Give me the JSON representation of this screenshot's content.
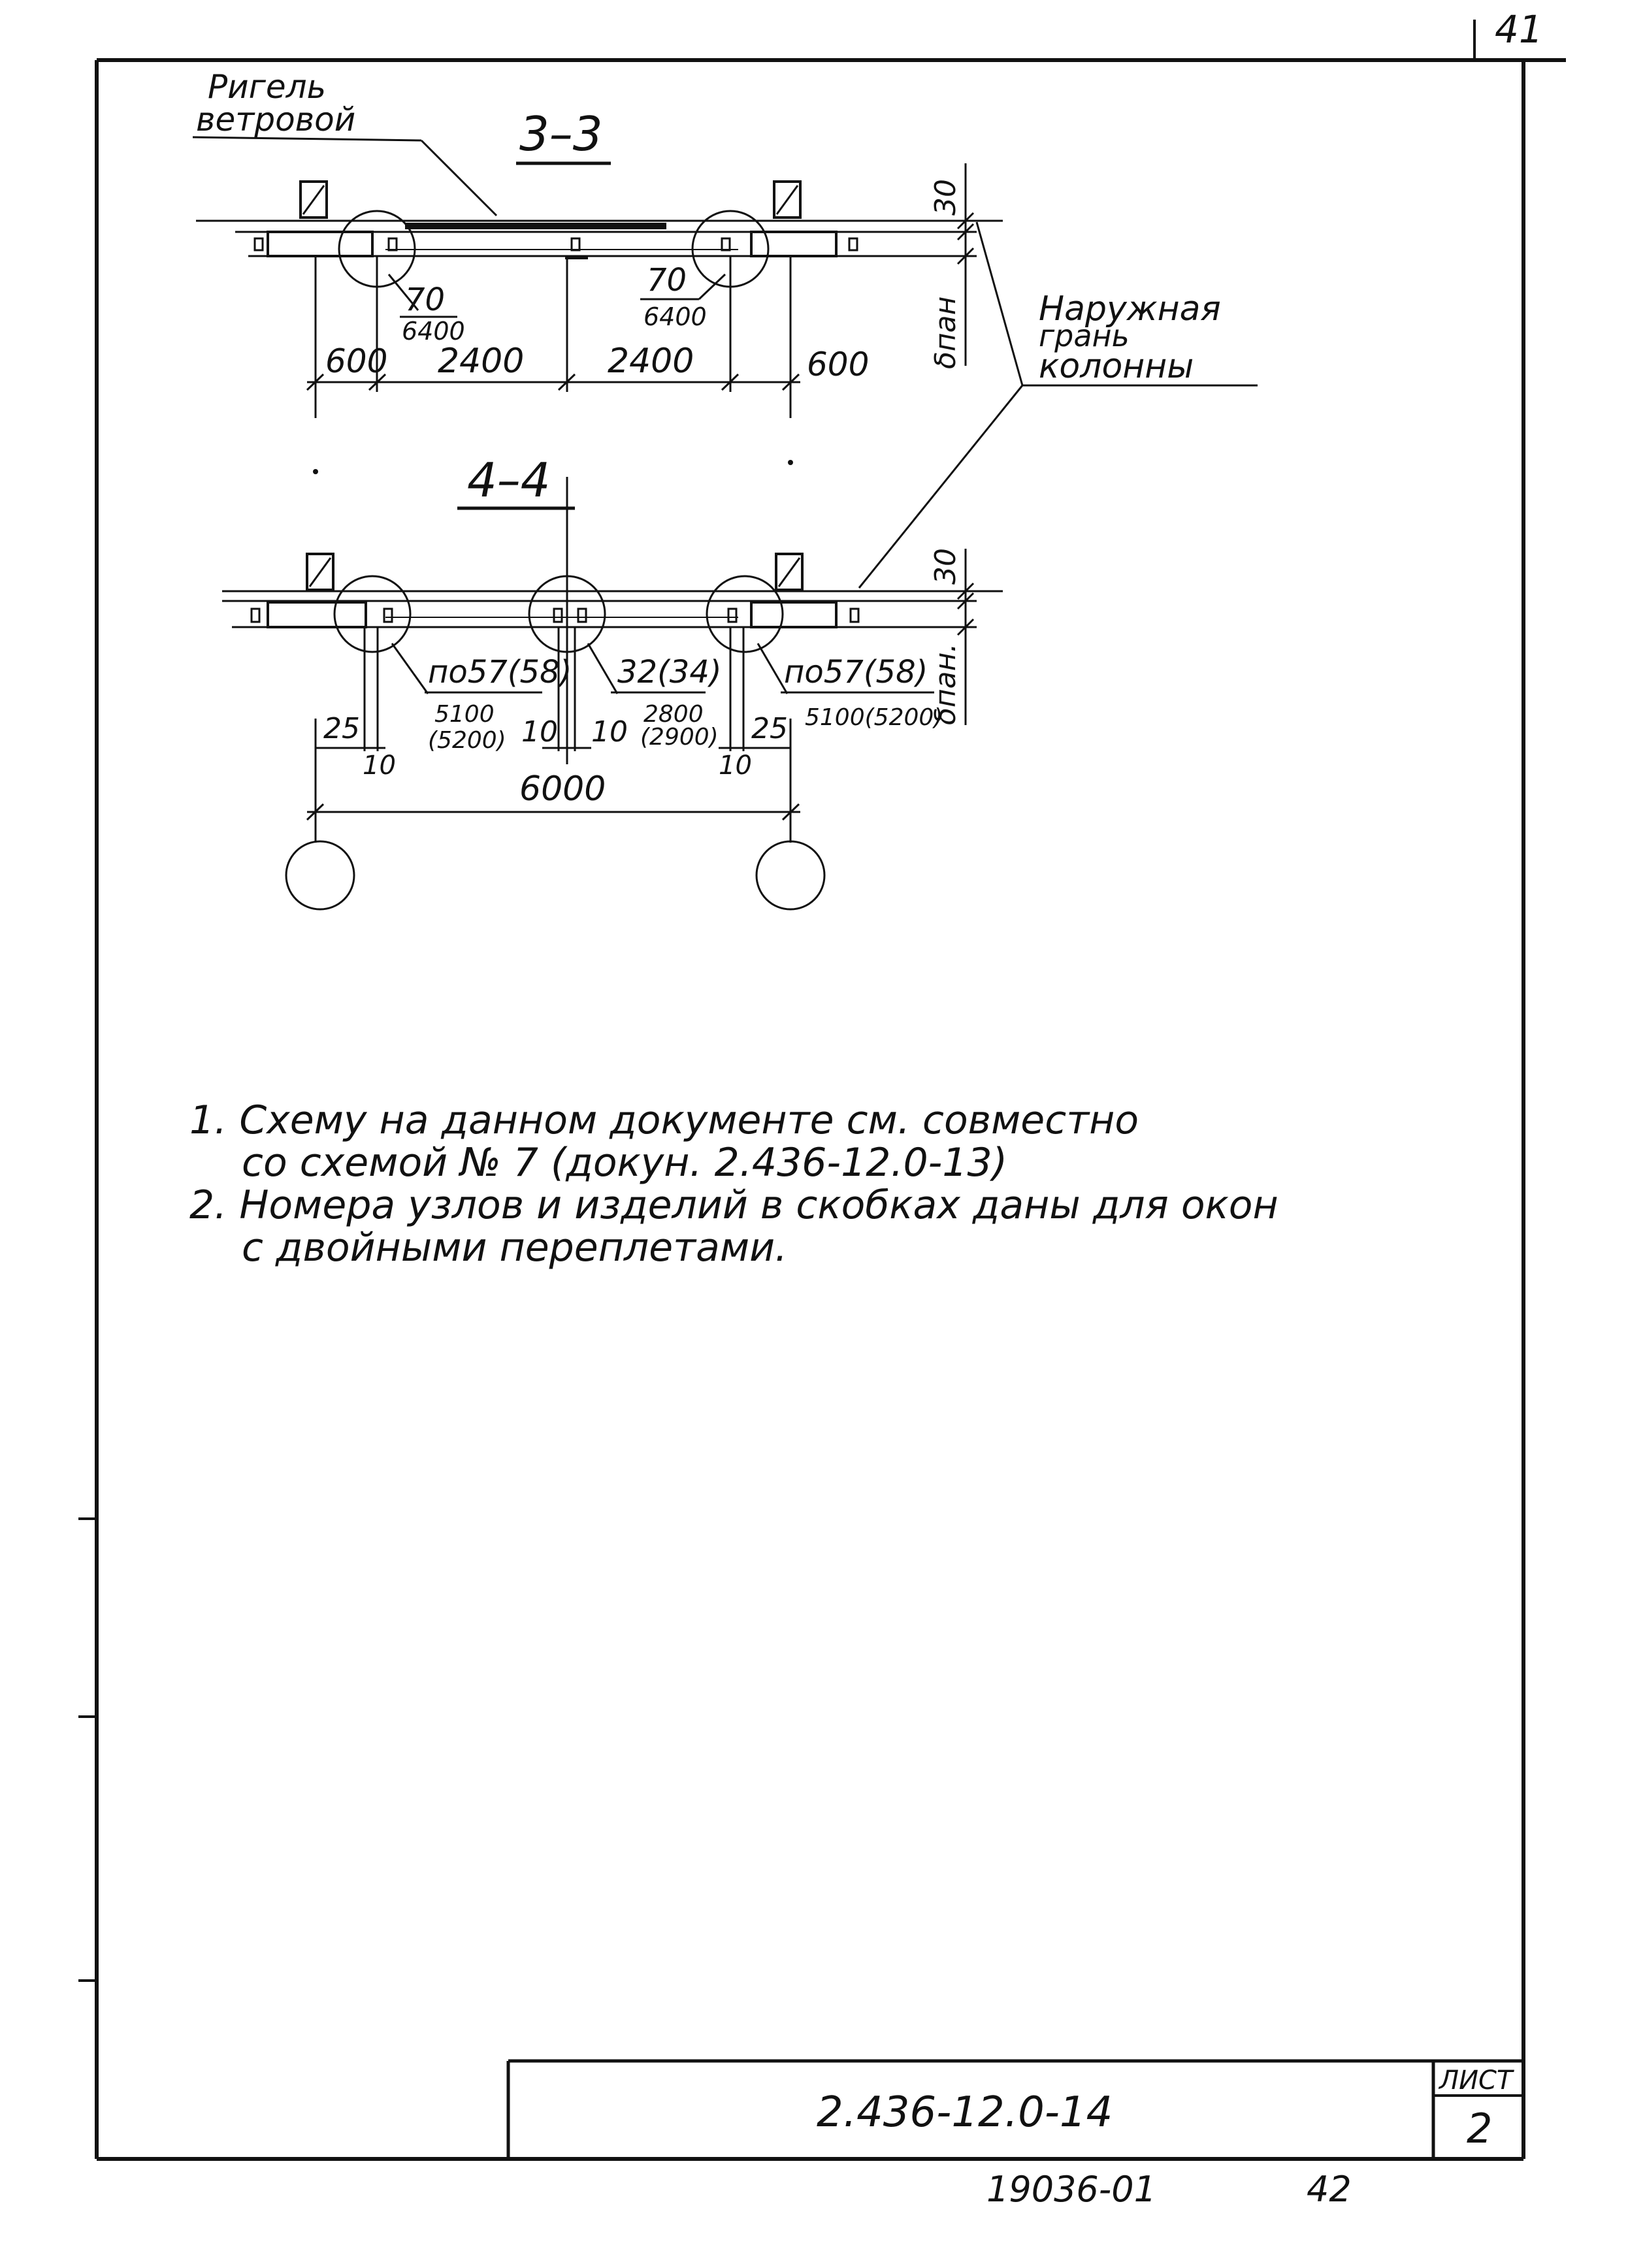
{
  "sheet": {
    "corner_page": "41",
    "doc_code": "2.436-12.0-14",
    "sheet_label": "ЛИСТ",
    "sheet_number": "2",
    "bottom_code": "19036-01",
    "bottom_page": "42"
  },
  "section33": {
    "title": "3–3",
    "rigel_label_1": "Ригель",
    "rigel_label_2": "ветровой",
    "node_left_top": "70",
    "node_left_bottom": "6400",
    "node_right_top": "70",
    "node_right_bottom": "6400",
    "dim_600_left": "600",
    "dim_2400_left": "2400",
    "dim_2400_right": "2400",
    "dim_600_right": "600",
    "dim_30": "30",
    "dim_delta": "δпан",
    "outer_face_1": "Наружная",
    "outer_face_2": "грань",
    "outer_face_3": "колонны"
  },
  "section44": {
    "title": "4–4",
    "node_left": "по57(58)",
    "node_mid": "32(34)",
    "node_right": "по57(58)",
    "left_len": "5100",
    "left_len_alt": "(5200)",
    "mid_len": "2800",
    "mid_len_alt": "(2900)",
    "right_len": "5100(5200)",
    "dim_25_left": "25",
    "dim_10_left": "10",
    "dim_10_mid_left": "10",
    "dim_10_mid_right": "10",
    "dim_25_right": "25",
    "dim_10_right": "10",
    "dim_6000": "6000",
    "dim_30": "30",
    "dim_delta": "δпан."
  },
  "notes": {
    "n1_line1": "1. Схему на данном документе см. совместно",
    "n1_line2": "со схемой № 7 (докун. 2.436-12.0-13)",
    "n2_line1": "2. Номера узлов и изделий в скобках даны для окон",
    "n2_line2": "с двойными переплетами."
  }
}
